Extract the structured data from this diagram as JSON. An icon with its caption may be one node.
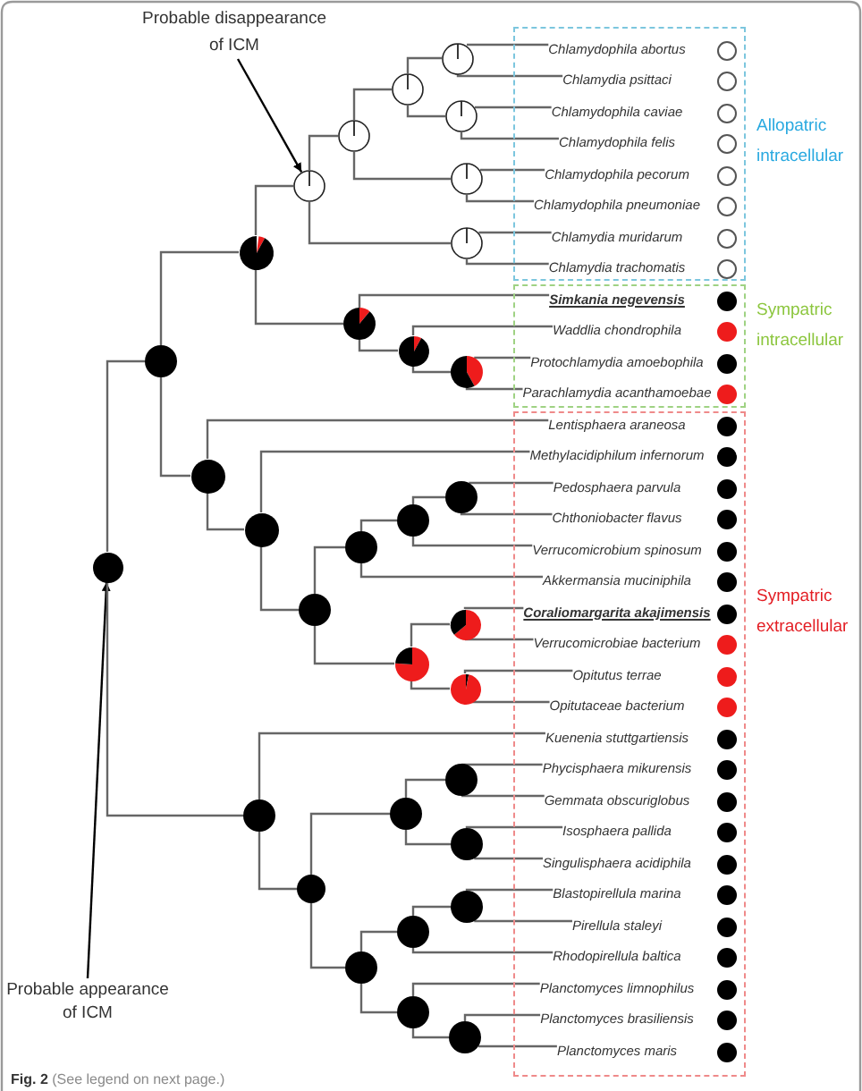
{
  "diagram": {
    "caption": "**Fig. 2** (See legend on next page.)",
    "nodes": [
      {
        "text": [
          "Probable disappearance of ICM"
        ]
      },
      {
        "text": [
          "Allopatric intracellular"
        ]
      },
      {
        "text": [
          "Chlamydophila abortus"
        ],
        "in": 1
      },
      {
        "text": [
          "Chlamydia psittaci"
        ],
        "in": 1
      },
      {
        "text": [
          "Chlamydophila caviae"
        ],
        "in": 1
      },
      {
        "text": [
          "Chlamydophila felis"
        ],
        "in": 1
      },
      {
        "text": [
          "Chlamydophila pecorum"
        ],
        "in": 1
      },
      {
        "text": [
          "Chlamydophila pneumoniae"
        ],
        "in": 1
      },
      {
        "text": [
          "Chlamydia muridarum"
        ],
        "in": 1
      },
      {
        "text": [
          "Chlamydia trachomatis"
        ],
        "in": 1
      },
      {
        "text": [
          "Sympatric intracellular"
        ]
      },
      {
        "text": [
          "Simkania negevensis"
        ],
        "in": 10
      },
      {
        "text": [
          "Waddlia chondrophila"
        ],
        "in": 10
      },
      {
        "text": [
          "Protochlamydia amoebophila"
        ],
        "in": 10
      },
      {
        "text": [
          "Parachlamydia acanthamoebae"
        ],
        "in": 10
      },
      {
        "text": [
          "Sympatric extracellular"
        ]
      },
      {
        "text": [
          "Lentisphaera araneosa"
        ],
        "in": 15
      },
      {
        "text": [
          "Methylacidiphilum infernorum"
        ],
        "in": 15
      },
      {
        "text": [
          "Pedosphaera parvula"
        ],
        "in": 15
      },
      {
        "text": [
          "Chthoniobacter flavus"
        ],
        "in": 15
      },
      {
        "text": [
          "Verrucomicrobium spinosum"
        ],
        "in": 15
      },
      {
        "text": [
          "Akkermansia muciniphila"
        ],
        "in": 15
      },
      {
        "text": [
          "Coraliomargarita akajimensis"
        ],
        "in": 15
      },
      {
        "text": [
          "Verrucomicrobiae bacterium"
        ],
        "in": 15
      },
      {
        "text": [
          "Opitutus terrae"
        ],
        "in": 15
      },
      {
        "text": [
          "Opitutaceae bacterium"
        ],
        "in": 15
      },
      {
        "text": [
          "Kuenenia stuttgartiensis"
        ],
        "in": 15
      },
      {
        "text": [
          "Phycisphaera mikurensis"
        ],
        "in": 15
      },
      {
        "text": [
          "Gemmata obscuriglobus"
        ],
        "in": 15
      },
      {
        "text": [
          "Isosphaera pallida"
        ],
        "in": 15
      },
      {
        "text": [
          "Singulisphaera acidiphila"
        ],
        "in": 15
      },
      {
        "text": [
          "Blastopirellula marina"
        ],
        "in": 15
      },
      {
        "text": [
          "Pirellula staleyi"
        ],
        "in": 15
      },
      {
        "text": [
          "Rhodopirellula baltica"
        ],
        "in": 15
      },
      {
        "text": [
          "Planctomyces limnophilus"
        ],
        "in": 15
      },
      {
        "text": [
          "Planctomyces brasiliensis"
        ],
        "in": 15
      },
      {
        "text": [
          "Planctomyces maris"
        ],
        "in": 15
      },
      {
        "text": [
          "Probable appearance of ICM"
        ]
      },
      {
        "text": [],
        "shape": "circle"
      },
      {
        "text": [],
        "shape": "circle"
      },
      {
        "text": [],
        "shape": "circle"
      },
      {
        "text": [],
        "shape": "circle"
      },
      {
        "text": [],
        "shape": "circle"
      },
      {
        "text": [],
        "shape": "circle"
      },
      {
        "text": [],
        "shape": "circle"
      },
      {
        "text": [],
        "shape": "circle"
      },
      {
        "text": [],
        "shape": "circle"
      },
      {
        "text": [],
        "shape": "circle"
      },
      {
        "text": [],
        "shape": "circle"
      },
      {
        "text": [],
        "shape": "circle"
      },
      {
        "text": [],
        "shape": "circle"
      },
      {
        "text": [],
        "shape": "circle"
      },
      {
        "text": [],
        "shape": "circle"
      },
      {
        "text": [],
        "shape": "circle"
      },
      {
        "text": [],
        "shape": "circle"
      },
      {
        "text": [],
        "shape": "circle"
      },
      {
        "text": [],
        "shape": "circle"
      },
      {
        "text": [],
        "shape": "circle"
      },
      {
        "text": [],
        "shape": "circle"
      },
      {
        "text": [],
        "shape": "circle"
      },
      {
        "text": [],
        "shape": "circle"
      },
      {
        "text": [],
        "shape": "circle"
      },
      {
        "text": [],
        "shape": "circle"
      },
      {
        "text": [],
        "shape": "circle"
      },
      {
        "text": [],
        "shape": "circle"
      },
      {
        "text": [],
        "shape": "circle"
      },
      {
        "text": [],
        "shape": "circle"
      },
      {
        "text": [],
        "shape": "circle"
      },
      {
        "text": [],
        "shape": "circle"
      },
      {
        "text": [],
        "shape": "circle"
      }
    ],
    "edges": [
      {
        "from": 0,
        "to": 43,
        "arrow": "to",
        "color": "#000000"
      },
      {
        "from": 37,
        "to": 55,
        "arrow": "to",
        "color": "#000000"
      },
      {
        "from": 55,
        "to": 48,
        "arrow": "none"
      },
      {
        "from": 55,
        "to": 62,
        "arrow": "none"
      },
      {
        "from": 48,
        "to": 45,
        "arrow": "none"
      },
      {
        "from": 48,
        "to": 50,
        "arrow": "none"
      },
      {
        "from": 45,
        "to": 43,
        "arrow": "none"
      },
      {
        "from": 45,
        "to": 46,
        "arrow": "none"
      },
      {
        "from": 43,
        "to": 41,
        "arrow": "none"
      },
      {
        "from": 43,
        "to": 44,
        "arrow": "none"
      },
      {
        "from": 41,
        "to": 39,
        "arrow": "none"
      },
      {
        "from": 41,
        "to": 42,
        "arrow": "none"
      },
      {
        "from": 39,
        "to": 38,
        "arrow": "none"
      },
      {
        "from": 39,
        "to": 40,
        "arrow": "none"
      },
      {
        "from": 38,
        "to": 2,
        "arrow": "none"
      },
      {
        "from": 38,
        "to": 3,
        "arrow": "none"
      },
      {
        "from": 40,
        "to": 4,
        "arrow": "none"
      },
      {
        "from": 40,
        "to": 5,
        "arrow": "none"
      },
      {
        "from": 42,
        "to": 6,
        "arrow": "none"
      },
      {
        "from": 42,
        "to": 7,
        "arrow": "none"
      },
      {
        "from": 44,
        "to": 8,
        "arrow": "none"
      },
      {
        "from": 44,
        "to": 9,
        "arrow": "none"
      },
      {
        "from": 46,
        "to": 11,
        "arrow": "none"
      },
      {
        "from": 46,
        "to": 47,
        "arrow": "none"
      },
      {
        "from": 47,
        "to": 12,
        "arrow": "none"
      },
      {
        "from": 47,
        "to": 49,
        "arrow": "none"
      },
      {
        "from": 49,
        "to": 13,
        "arrow": "none"
      },
      {
        "from": 49,
        "to": 14,
        "arrow": "none"
      },
      {
        "from": 50,
        "to": 16,
        "arrow": "none"
      },
      {
        "from": 50,
        "to": 53,
        "arrow": "none"
      },
      {
        "from": 53,
        "to": 17,
        "arrow": "none"
      },
      {
        "from": 53,
        "to": 56,
        "arrow": "none"
      },
      {
        "from": 56,
        "to": 54,
        "arrow": "none"
      },
      {
        "from": 56,
        "to": 58,
        "arrow": "none"
      },
      {
        "from": 54,
        "to": 52,
        "arrow": "none"
      },
      {
        "from": 54,
        "to": 21,
        "arrow": "none"
      },
      {
        "from": 52,
        "to": 51,
        "arrow": "none"
      },
      {
        "from": 52,
        "to": 20,
        "arrow": "none"
      },
      {
        "from": 51,
        "to": 18,
        "arrow": "none"
      },
      {
        "from": 51,
        "to": 19,
        "arrow": "none"
      },
      {
        "from": 58,
        "to": 57,
        "arrow": "none"
      },
      {
        "from": 58,
        "to": 59,
        "arrow": "none"
      },
      {
        "from": 57,
        "to": 22,
        "arrow": "none"
      },
      {
        "from": 57,
        "to": 23,
        "arrow": "none"
      },
      {
        "from": 59,
        "to": 24,
        "arrow": "none"
      },
      {
        "from": 59,
        "to": 25,
        "arrow": "none"
      },
      {
        "from": 62,
        "to": 26,
        "arrow": "none"
      },
      {
        "from": 62,
        "to": 64,
        "arrow": "none"
      },
      {
        "from": 64,
        "to": 61,
        "arrow": "none"
      },
      {
        "from": 64,
        "to": 67,
        "arrow": "none"
      },
      {
        "from": 61,
        "to": 60,
        "arrow": "none"
      },
      {
        "from": 61,
        "to": 63,
        "arrow": "none"
      },
      {
        "from": 60,
        "to": 27,
        "arrow": "none"
      },
      {
        "from": 60,
        "to": 28,
        "arrow": "none"
      },
      {
        "from": 63,
        "to": 29,
        "arrow": "none"
      },
      {
        "from": 63,
        "to": 30,
        "arrow": "none"
      },
      {
        "from": 67,
        "to": 66,
        "arrow": "none"
      },
      {
        "from": 67,
        "to": 68,
        "arrow": "none"
      },
      {
        "from": 66,
        "to": 65,
        "arrow": "none"
      },
      {
        "from": 66,
        "to": 33,
        "arrow": "none"
      },
      {
        "from": 65,
        "to": 31,
        "arrow": "none"
      },
      {
        "from": 65,
        "to": 32,
        "arrow": "none"
      },
      {
        "from": 68,
        "to": 34,
        "arrow": "none"
      },
      {
        "from": 68,
        "to": 69,
        "arrow": "none"
      },
      {
        "from": 69,
        "to": 35,
        "arrow": "none"
      },
      {
        "from": 69,
        "to": 36,
        "arrow": "none"
      }
    ]
  }
}
